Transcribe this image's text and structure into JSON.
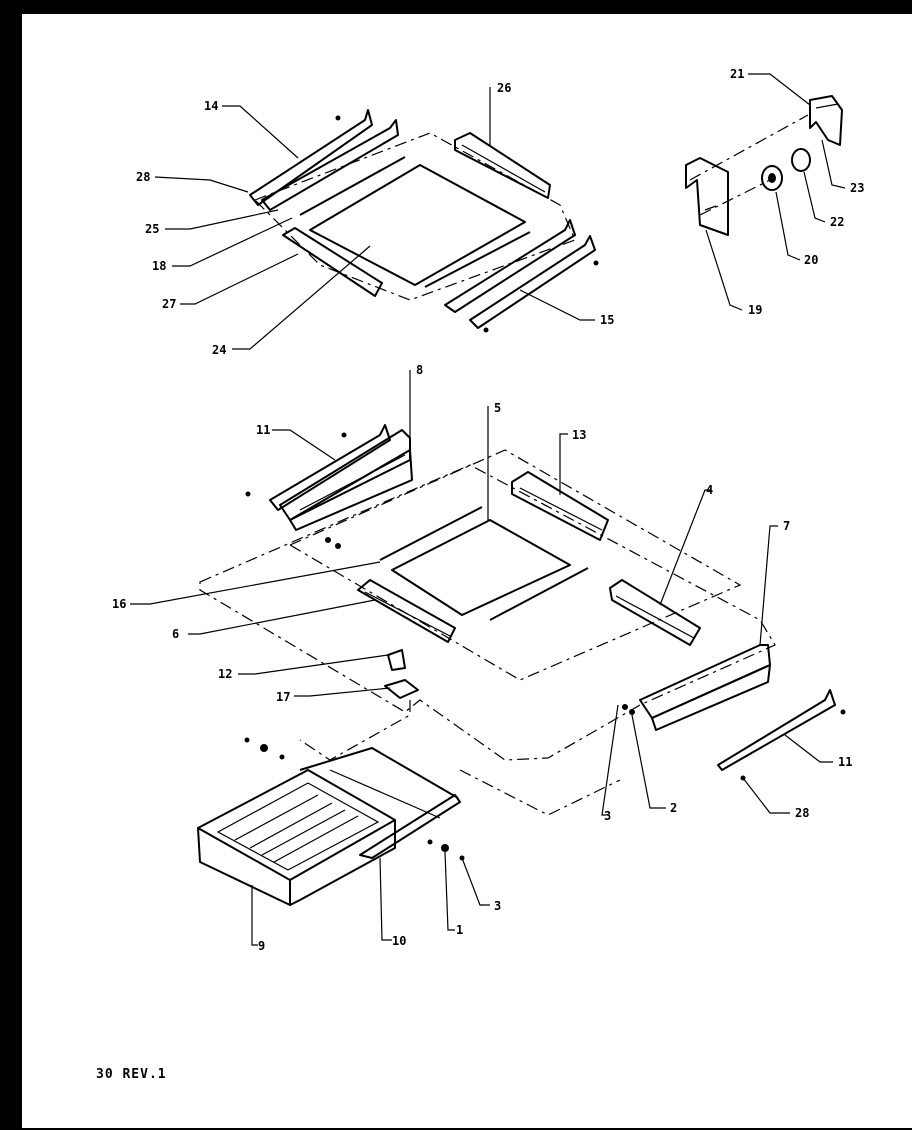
{
  "callouts": {
    "c1": "1",
    "c2": "2",
    "c3a": "3",
    "c3b": "3",
    "c4": "4",
    "c5": "5",
    "c6": "6",
    "c7": "7",
    "c8": "8",
    "c9": "9",
    "c10": "10",
    "c11a": "11",
    "c11b": "11",
    "c12": "12",
    "c13": "13",
    "c14": "14",
    "c15": "15",
    "c16": "16",
    "c17": "17",
    "c18": "18",
    "c19": "19",
    "c20": "20",
    "c21": "21",
    "c22": "22",
    "c23": "23",
    "c24": "24",
    "c25": "25",
    "c26": "26",
    "c27": "27",
    "c28a": "28",
    "c28b": "28"
  },
  "footer": {
    "drawing_ref": "30 REV.1"
  }
}
